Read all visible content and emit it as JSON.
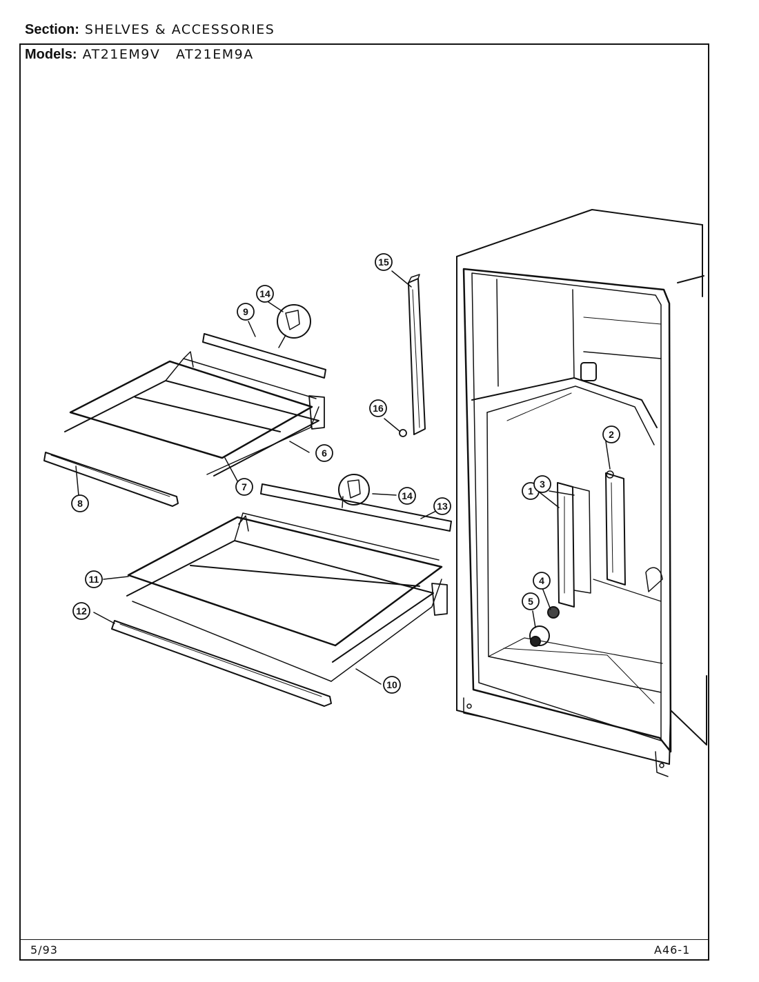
{
  "header": {
    "section_label": "Section:",
    "section_value": "SHELVES & ACCESSORIES",
    "models_label": "Models:",
    "models_value": "AT21EM9V   AT21EM9A"
  },
  "callouts": [
    {
      "num": "1"
    },
    {
      "num": "2"
    },
    {
      "num": "3"
    },
    {
      "num": "4"
    },
    {
      "num": "5"
    },
    {
      "num": "6"
    },
    {
      "num": "7"
    },
    {
      "num": "8"
    },
    {
      "num": "9"
    },
    {
      "num": "10"
    },
    {
      "num": "11"
    },
    {
      "num": "12"
    },
    {
      "num": "13"
    },
    {
      "num": "14"
    },
    {
      "num": "14"
    },
    {
      "num": "15"
    },
    {
      "num": "16"
    }
  ],
  "footer": {
    "date": "5/93",
    "page_code": "A46-1"
  }
}
